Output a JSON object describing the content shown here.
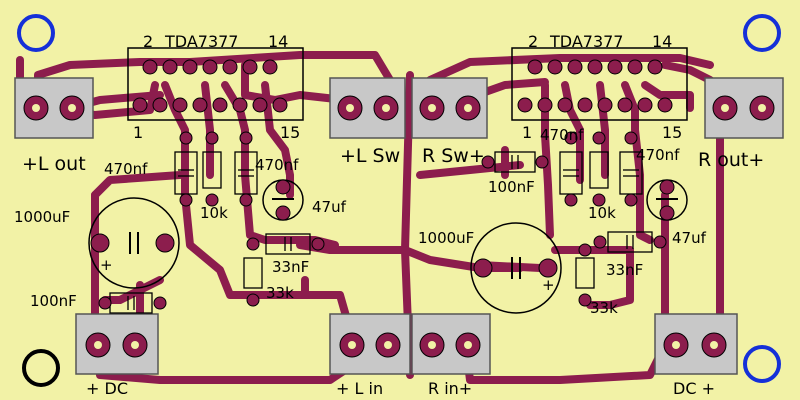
{
  "board": {
    "background": "#f2f2a6",
    "trace_color": "#8c1d4d",
    "component_outline": "#000000",
    "terminal_fill": "#c8c8c8",
    "mount_hole_colors": {
      "blue": "#1530d8",
      "black": "#000000"
    }
  },
  "chips": [
    {
      "name": "TDA7377",
      "pin_first_top": "2",
      "pin_last_top": "14",
      "pin_first_bottom": "1",
      "pin_last_bottom": "15"
    },
    {
      "name": "TDA7377",
      "pin_first_top": "2",
      "pin_last_top": "14",
      "pin_first_bottom": "1",
      "pin_last_bottom": "15"
    }
  ],
  "connectors": {
    "left_out": "+L out",
    "left_switch": "+L Sw",
    "right_switch": "R Sw+",
    "right_out": "R out+",
    "left_dc": "+ DC",
    "left_in": "+ L in",
    "right_in": "R in+",
    "right_dc": "DC +"
  },
  "components": {
    "left": {
      "cap_470nf": "470nf",
      "cap_470nf_b": "470nf",
      "res_10k": "10k",
      "cap_47uf": "47uf",
      "cap_1000uf": "1000uF",
      "cap_100nf": "100nF",
      "cap_33nf": "33nF",
      "res_33k": "33k"
    },
    "right": {
      "cap_470nf": "470nf",
      "cap_470nf_b": "470nf",
      "cap_100nf": "100nF",
      "res_10k": "10k",
      "cap_47uf": "47uf",
      "cap_1000uf": "1000uF",
      "cap_33nf": "33nF",
      "res_33k": "33k"
    }
  }
}
